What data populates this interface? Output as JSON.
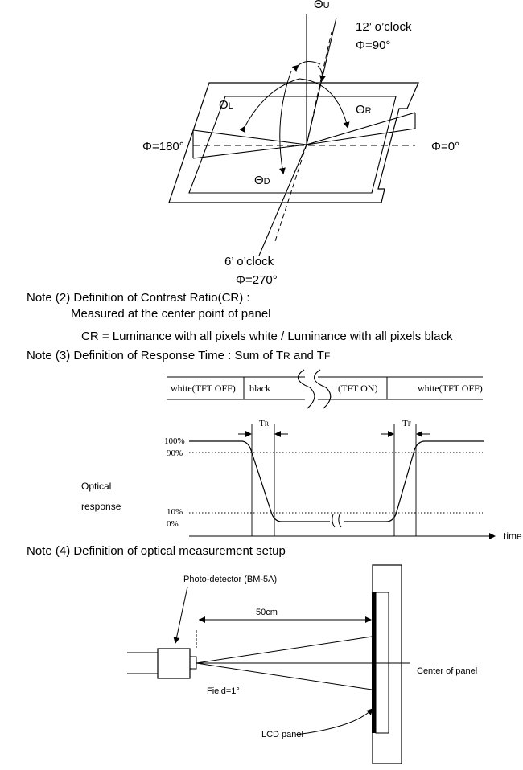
{
  "viewing_angle": {
    "theta_u": "Θ",
    "theta_u_sub": "U",
    "theta_l": "Θ",
    "theta_l_sub": "L",
    "theta_r": "Θ",
    "theta_r_sub": "R",
    "theta_d": "Θ",
    "theta_d_sub": "D",
    "clock_12": "12’ o’clock",
    "phi_90": "Φ=90°",
    "phi_180": "Φ=180°",
    "phi_0": "Φ=0°",
    "clock_6": "6’ o’clock",
    "phi_270": "Φ=270°"
  },
  "note2": {
    "title": "Note (2) Definition of Contrast Ratio(CR) :",
    "line1": "Measured at the center point of panel",
    "formula": "CR = Luminance with all pixels white / Luminance with all pixels black"
  },
  "note3": {
    "title_prefix": "Note (3) Definition of Response Time : Sum of T",
    "title_r": "R",
    "title_mid": " and T",
    "title_f": "F",
    "bar_white_off": "white(TFT OFF)",
    "bar_black": "black",
    "bar_tft_on": "(TFT ON)",
    "bar_white_off_2": "white(TFT OFF)",
    "tr": "T",
    "tr_sub": "R",
    "tf": "T",
    "tf_sub": "F",
    "y_100": "100%",
    "y_90": "90%",
    "y_10": "10%",
    "y_0": "0%",
    "optical": "Optical",
    "response": "response",
    "time": "time"
  },
  "note4": {
    "title": "Note (4) Definition of optical measurement setup",
    "photo_detector": "Photo-detector (BM-5A)",
    "distance": "50cm",
    "center": "Center of panel",
    "field": "Field=1°",
    "lcd_panel": "LCD panel"
  }
}
